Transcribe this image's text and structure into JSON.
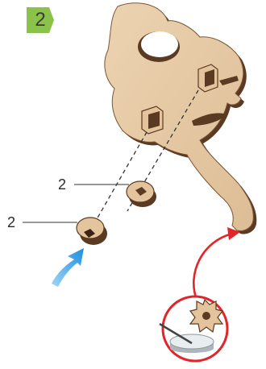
{
  "step": {
    "number": "2",
    "badge_color": "#8bc34a"
  },
  "callouts": [
    {
      "quantity": "2"
    },
    {
      "quantity": "2"
    }
  ],
  "colors": {
    "wood_face": "#e6c9a4",
    "wood_edge": "#5a3a22",
    "arrow_blue": "#3aa3e6",
    "arrow_red": "#e0262b",
    "detail_ring": "#e0262b"
  },
  "icons": {
    "insert_arrow": "arrow-up-right-icon",
    "glue_detail": "glue-brush-icon"
  }
}
